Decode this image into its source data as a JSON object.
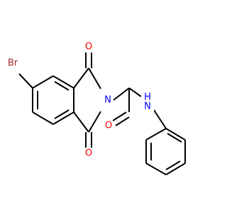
{
  "molecule": {
    "atoms": {
      "br": {
        "symbol": "Br",
        "color": "#a52a2a"
      },
      "o_top": {
        "symbol": "O",
        "color": "#ff0000"
      },
      "o_bottom": {
        "symbol": "O",
        "color": "#ff0000"
      },
      "o_amide": {
        "symbol": "O",
        "color": "#ff0000"
      },
      "n_imide": {
        "symbol": "N",
        "color": "#0000ff"
      },
      "nh_amide": {
        "symbol": "N",
        "h_symbol": "H",
        "color": "#0000ff"
      }
    },
    "bond_color": "#000000"
  }
}
